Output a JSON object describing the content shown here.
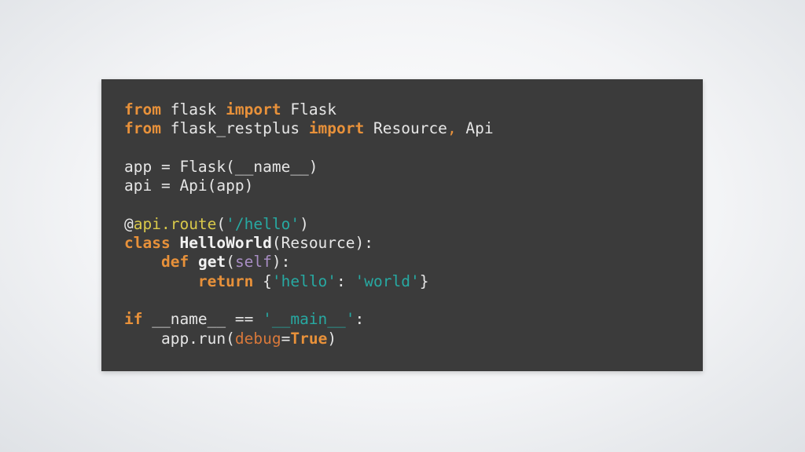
{
  "code": {
    "lines": [
      [
        {
          "t": "from",
          "c": "kw"
        },
        {
          "t": " flask ",
          "c": "txt"
        },
        {
          "t": "import",
          "c": "kw"
        },
        {
          "t": " Flask",
          "c": "txt"
        }
      ],
      [
        {
          "t": "from",
          "c": "kw"
        },
        {
          "t": " flask_restplus ",
          "c": "txt"
        },
        {
          "t": "import",
          "c": "kw"
        },
        {
          "t": " Resource",
          "c": "txt"
        },
        {
          "t": ",",
          "c": "comma"
        },
        {
          "t": " Api",
          "c": "txt"
        }
      ],
      [],
      [
        {
          "t": "app = Flask(__name__)",
          "c": "txt"
        }
      ],
      [
        {
          "t": "api = Api(app)",
          "c": "txt"
        }
      ],
      [],
      [
        {
          "t": "@",
          "c": "txt"
        },
        {
          "t": "api.route",
          "c": "dec"
        },
        {
          "t": "(",
          "c": "punc"
        },
        {
          "t": "'/hello'",
          "c": "str"
        },
        {
          "t": ")",
          "c": "punc"
        }
      ],
      [
        {
          "t": "class",
          "c": "kw"
        },
        {
          "t": " ",
          "c": "txt"
        },
        {
          "t": "HelloWorld",
          "c": "cls"
        },
        {
          "t": "(Resource):",
          "c": "txt"
        }
      ],
      [
        {
          "t": "    ",
          "c": "txt"
        },
        {
          "t": "def",
          "c": "kw"
        },
        {
          "t": " ",
          "c": "txt"
        },
        {
          "t": "get",
          "c": "fn"
        },
        {
          "t": "(",
          "c": "punc"
        },
        {
          "t": "self",
          "c": "self"
        },
        {
          "t": "):",
          "c": "punc"
        }
      ],
      [
        {
          "t": "        ",
          "c": "txt"
        },
        {
          "t": "return",
          "c": "kw"
        },
        {
          "t": " {",
          "c": "txt"
        },
        {
          "t": "'hello'",
          "c": "str"
        },
        {
          "t": ": ",
          "c": "txt"
        },
        {
          "t": "'world'",
          "c": "str"
        },
        {
          "t": "}",
          "c": "txt"
        }
      ],
      [],
      [
        {
          "t": "if",
          "c": "kw"
        },
        {
          "t": " __name__ == ",
          "c": "txt"
        },
        {
          "t": "'__main__'",
          "c": "str"
        },
        {
          "t": ":",
          "c": "txt"
        }
      ],
      [
        {
          "t": "    app.run(",
          "c": "txt"
        },
        {
          "t": "debug",
          "c": "arg"
        },
        {
          "t": "=",
          "c": "txt"
        },
        {
          "t": "True",
          "c": "lit"
        },
        {
          "t": ")",
          "c": "txt"
        }
      ]
    ]
  },
  "colors": {
    "panel_background": "#3b3b3b",
    "keyword": "#e8913a",
    "string": "#27a9a2",
    "decorator": "#d9c94a",
    "self": "#a98ec4",
    "argument": "#d8783a",
    "plain_text": "#e6e6e6"
  }
}
